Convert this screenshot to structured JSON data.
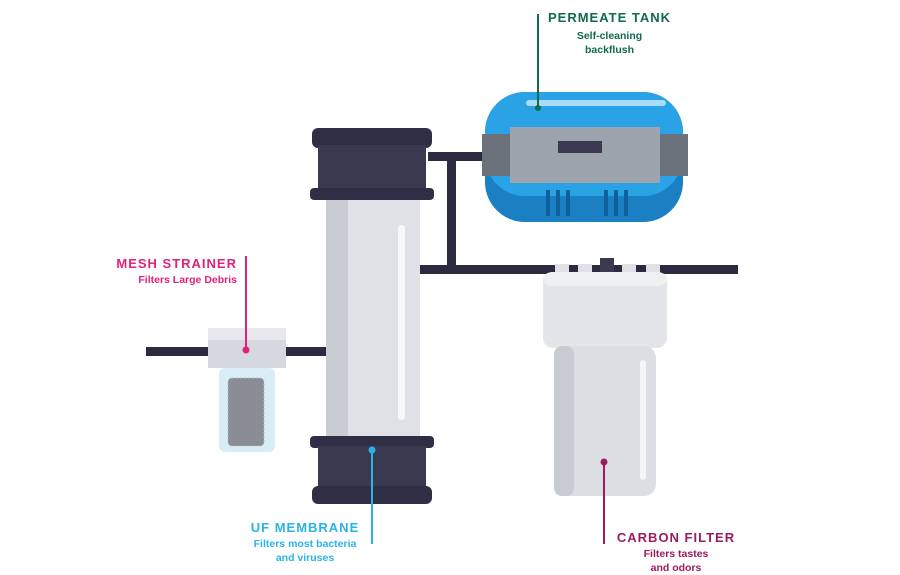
{
  "colors": {
    "pipe": "#2c2a40",
    "cap": "#2f2e44",
    "housing": "#d9dce1",
    "tank_blue": "#2aa3e6",
    "tank_dark": "#1b7fc4",
    "mesh_pink": "#e0227c",
    "permeate_green": "#0f6b4a",
    "uf_blue": "#2ab3e5",
    "carbon_purple": "#9c1b5f"
  },
  "labels": {
    "permeate": {
      "title": "PERMEATE TANK",
      "desc1": "Self-cleaning",
      "desc2": "backflush"
    },
    "mesh": {
      "title": "MESH STRAINER",
      "desc1": "Filters Large Debris"
    },
    "uf": {
      "title": "UF MEMBRANE",
      "desc1": "Filters most bacteria",
      "desc2": "and viruses"
    },
    "carbon": {
      "title": "CARBON FILTER",
      "desc1": "Filters tastes",
      "desc2": "and odors"
    }
  },
  "icons": [
    "pipe",
    "permeate-tank",
    "uf-membrane-housing",
    "mesh-strainer",
    "carbon-filter-housing"
  ]
}
